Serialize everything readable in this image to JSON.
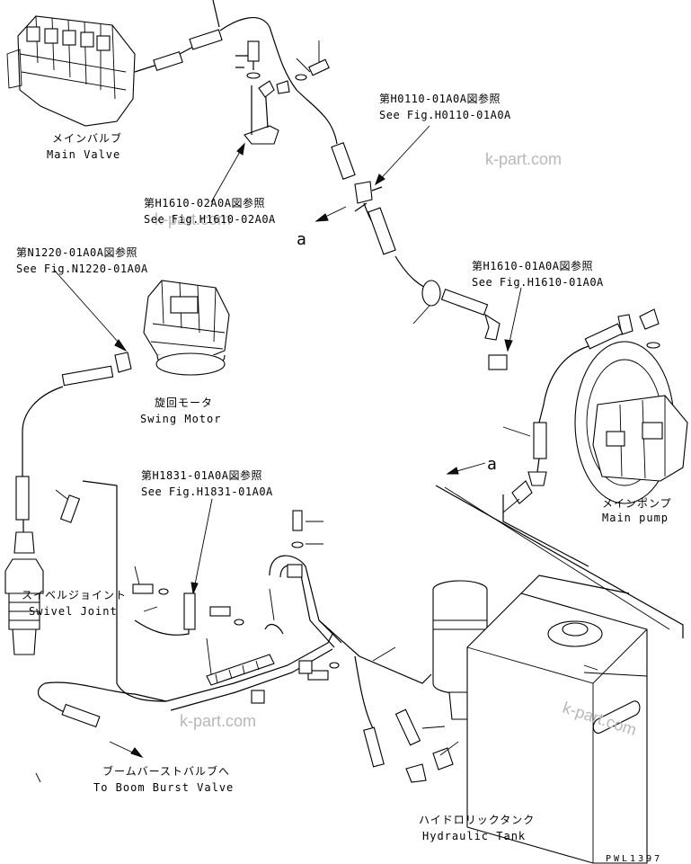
{
  "labels": {
    "main_valve_jp": "メインバルブ",
    "main_valve_en": "Main Valve",
    "swing_motor_jp": "旋回モータ",
    "swing_motor_en": "Swing Motor",
    "swivel_joint_jp": "スイベルジョイント",
    "swivel_joint_en": "Swivel Joint",
    "main_pump_jp": "メインポンプ",
    "main_pump_en": "Main pump",
    "hydraulic_tank_jp": "ハイドロリックタンク",
    "hydraulic_tank_en": "Hydraulic Tank",
    "boom_burst_jp": "ブームバーストバルブへ",
    "boom_burst_en": "To Boom Burst Valve"
  },
  "refs": {
    "h0110_jp": "第H0110-01A0A図参照",
    "h0110_en": "See Fig.H0110-01A0A",
    "h1610_02_jp": "第H1610-02A0A図参照",
    "h1610_02_en": "See Fig.H1610-02A0A",
    "n1220_jp": "第N1220-01A0A図参照",
    "n1220_en": "See Fig.N1220-01A0A",
    "h1610_01_jp": "第H1610-01A0A図参照",
    "h1610_01_en": "See Fig.H1610-01A0A",
    "h1831_jp": "第H1831-01A0A図参照",
    "h1831_en": "See Fig.H1831-01A0A"
  },
  "markers": {
    "a_upper": "a",
    "a_right": "a"
  },
  "watermarks": [
    "k-part.com",
    "k-part.com",
    "k-part.com",
    "k-part.com"
  ],
  "drawing_code": "PWL1397"
}
